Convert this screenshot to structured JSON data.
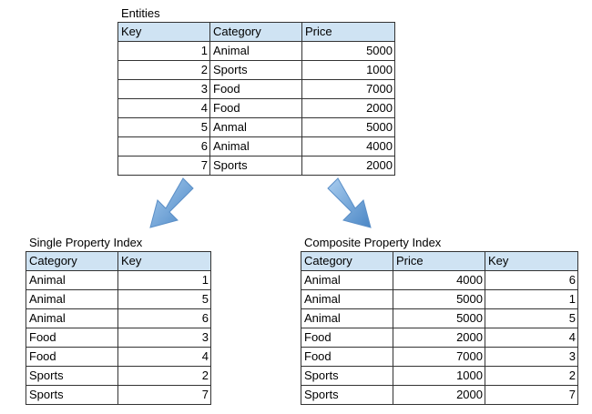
{
  "entities": {
    "caption": "Entities",
    "columns": [
      "Key",
      "Category",
      "Price"
    ],
    "rows": [
      [
        "1",
        "Animal",
        "5000"
      ],
      [
        "2",
        "Sports",
        "1000"
      ],
      [
        "3",
        "Food",
        "7000"
      ],
      [
        "4",
        "Food",
        "2000"
      ],
      [
        "5",
        "Anmal",
        "5000"
      ],
      [
        "6",
        "Animal",
        "4000"
      ],
      [
        "7",
        "Sports",
        "2000"
      ]
    ]
  },
  "single_index": {
    "caption": "Single Property Index",
    "columns": [
      "Category",
      "Key"
    ],
    "rows": [
      [
        "Animal",
        "1"
      ],
      [
        "Animal",
        "5"
      ],
      [
        "Animal",
        "6"
      ],
      [
        "Food",
        "3"
      ],
      [
        "Food",
        "4"
      ],
      [
        "Sports",
        "2"
      ],
      [
        "Sports",
        "7"
      ]
    ]
  },
  "composite_index": {
    "caption": "Composite Property Index",
    "columns": [
      "Category",
      "Price",
      "Key"
    ],
    "rows": [
      [
        "Animal",
        "4000",
        "6"
      ],
      [
        "Animal",
        "5000",
        "1"
      ],
      [
        "Animal",
        "5000",
        "5"
      ],
      [
        "Food",
        "2000",
        "4"
      ],
      [
        "Food",
        "7000",
        "3"
      ],
      [
        "Sports",
        "1000",
        "2"
      ],
      [
        "Sports",
        "2000",
        "7"
      ]
    ]
  },
  "colors": {
    "header_fill": "#cfe3f3",
    "arrow_fill": "#6fa8dc",
    "arrow_stroke": "#4a86c5"
  }
}
